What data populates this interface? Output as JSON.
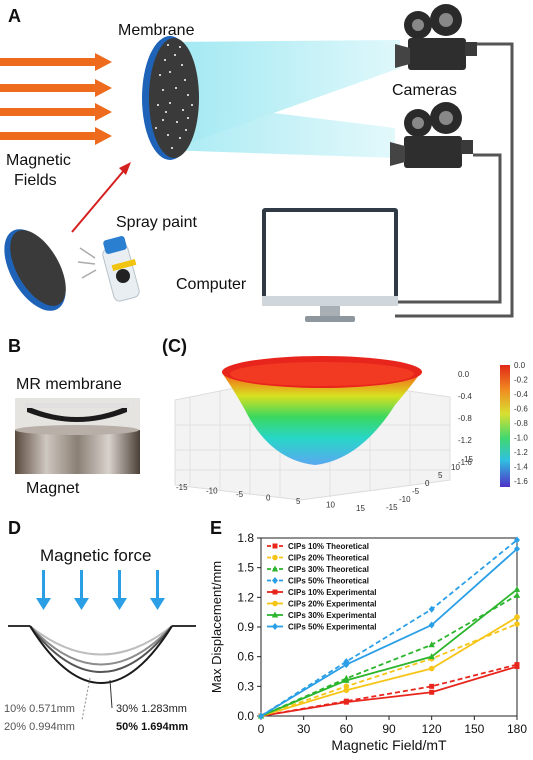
{
  "panels": {
    "a": "A",
    "b": "B",
    "c": "(C)",
    "d": "D",
    "e": "E"
  },
  "panel_a": {
    "membrane": "Membrane",
    "cameras": "Cameras",
    "magnetic": "Magnetic",
    "fields": "Fields",
    "spray_paint": "Spray paint",
    "computer": "Computer"
  },
  "panel_b": {
    "mr_membrane": "MR membrane",
    "magnet": "Magnet"
  },
  "panel_c": {
    "colorbar_ticks": [
      "0.0",
      "-0.2",
      "-0.4",
      "-0.6",
      "-0.8",
      "-1.0",
      "-1.2",
      "-1.4",
      "-1.6"
    ],
    "x_ticks": [
      "-15",
      "-10",
      "-5",
      "0",
      "5",
      "10",
      "15"
    ],
    "y_ticks": [
      "-15",
      "-10",
      "-5",
      "0",
      "5",
      "10",
      "15"
    ],
    "z_ticks": [
      "0.0",
      "-0.4",
      "-0.8",
      "-1.2",
      "-1.6"
    ]
  },
  "panel_d": {
    "title": "Magnetic force",
    "labels": [
      "10%  0.571mm",
      "20%  0.994mm",
      "30%  1.283mm",
      "50%  1.694mm"
    ]
  },
  "chart_data": {
    "type": "line",
    "title": "",
    "xlabel": "Magnetic Field/mT",
    "ylabel": "Max Displacement/mm",
    "xlim": [
      0,
      180
    ],
    "ylim": [
      0,
      1.8
    ],
    "x_ticks": [
      0,
      30,
      60,
      90,
      120,
      150,
      180
    ],
    "y_ticks": [
      0.0,
      0.3,
      0.6,
      0.9,
      1.2,
      1.5,
      1.8
    ],
    "legend_position": "top-left",
    "x": [
      0,
      60,
      120,
      180
    ],
    "series": [
      {
        "name": "CIPs 10% Theoretical",
        "color": "#e8251c",
        "dash": true,
        "marker": "square",
        "values": [
          0,
          0.15,
          0.3,
          0.52
        ]
      },
      {
        "name": "CIPs 20% Theoretical",
        "color": "#f5c518",
        "dash": true,
        "marker": "circle",
        "values": [
          0,
          0.3,
          0.58,
          0.93
        ]
      },
      {
        "name": "CIPs 30% Theoretical",
        "color": "#2db52d",
        "dash": true,
        "marker": "triangle",
        "values": [
          0,
          0.38,
          0.72,
          1.22
        ]
      },
      {
        "name": "CIPs 50% Theoretical",
        "color": "#2b9fe6",
        "dash": true,
        "marker": "diamond",
        "values": [
          0,
          0.55,
          1.08,
          1.78
        ]
      },
      {
        "name": "CIPs 10% Experimental",
        "color": "#e8251c",
        "dash": false,
        "marker": "square",
        "values": [
          0,
          0.14,
          0.24,
          0.5
        ]
      },
      {
        "name": "CIPs 20% Experimental",
        "color": "#f5c518",
        "dash": false,
        "marker": "circle",
        "values": [
          0,
          0.26,
          0.48,
          1.0
        ]
      },
      {
        "name": "CIPs 30% Experimental",
        "color": "#2db52d",
        "dash": false,
        "marker": "triangle",
        "values": [
          0,
          0.36,
          0.6,
          1.28
        ]
      },
      {
        "name": "CIPs 50% Experimental",
        "color": "#2b9fe6",
        "dash": false,
        "marker": "diamond",
        "values": [
          0,
          0.52,
          0.92,
          1.69
        ]
      }
    ]
  }
}
